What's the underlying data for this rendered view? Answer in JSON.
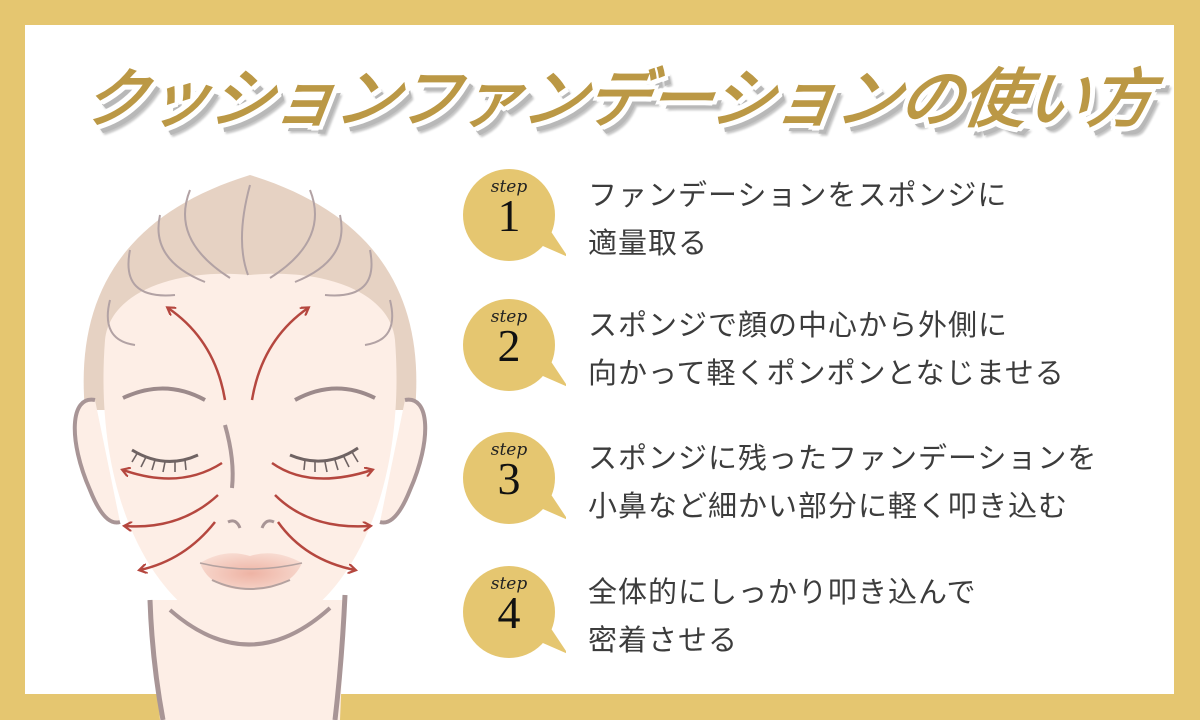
{
  "title": "クッションファンデーションの使い方",
  "colors": {
    "frame": "#e5c670",
    "title_gold": "#bb9845",
    "badge_gold": "#e5c670",
    "text": "#3c3c3c",
    "arrow": "#b5473f",
    "skin": "#fdeee6",
    "hair": "#e6d2c3",
    "outline": "#a89596"
  },
  "steps": [
    {
      "label": "step",
      "number": "1",
      "lines": [
        "ファンデーションをスポンジに",
        "適量取る"
      ]
    },
    {
      "label": "step",
      "number": "2",
      "lines": [
        "スポンジで顔の中心から外側に",
        "向かって軽くポンポンとなじませる"
      ]
    },
    {
      "label": "step",
      "number": "3",
      "lines": [
        "スポンジに残ったファンデーションを",
        "小鼻など細かい部分に軽く叩き込む"
      ]
    },
    {
      "label": "step",
      "number": "4",
      "lines": [
        "全体的にしっかり叩き込んで",
        "密着させる"
      ]
    }
  ],
  "illustration": {
    "subject": "face-with-application-arrows",
    "arrow_directions": [
      "forehead-up-left",
      "forehead-up-right",
      "under-eye-left",
      "under-eye-right",
      "cheek-left",
      "cheek-right",
      "jaw-left",
      "jaw-right"
    ]
  }
}
